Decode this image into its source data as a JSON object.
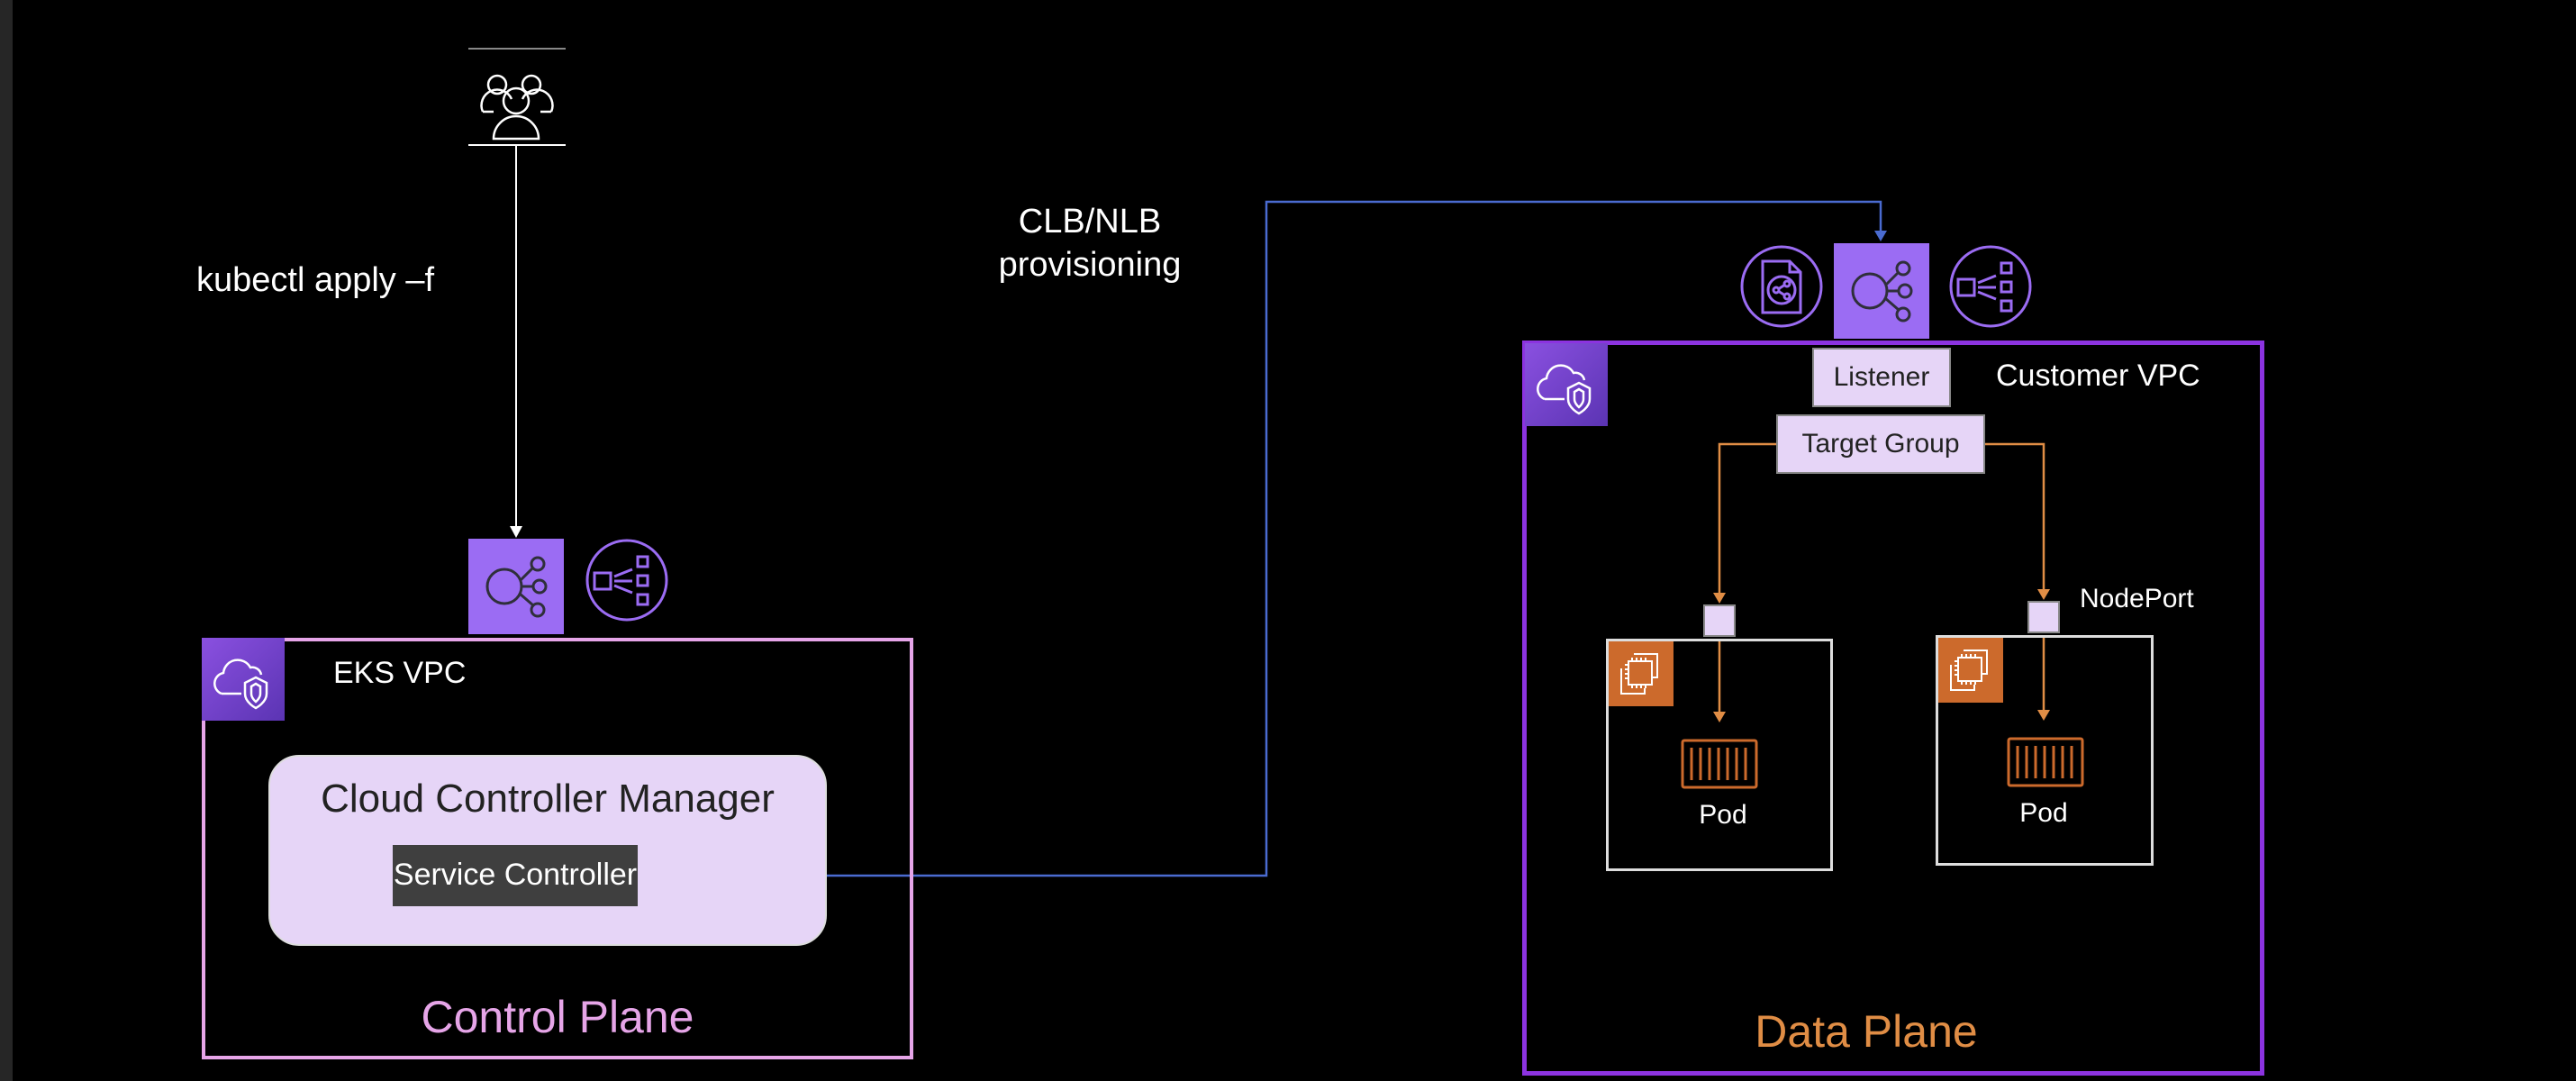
{
  "diagram": {
    "users": {
      "icon": "users-group-icon"
    },
    "kubectl_label": "kubectl apply –f",
    "provisioning_label_line1": "CLB/NLB",
    "provisioning_label_line2": "provisioning",
    "control_plane": {
      "vpc_title": "EKS VPC",
      "vpc_icon": "vpc-cloud-shield-icon",
      "elb_icon": "elastic-load-balancer-icon",
      "nlb_icon": "network-load-balancer-icon",
      "ccm_title": "Cloud Controller Manager",
      "service_controller": "Service Controller",
      "plane_label": "Control Plane"
    },
    "data_plane": {
      "vpc_title": "Customer VPC",
      "vpc_icon": "vpc-cloud-shield-icon",
      "lb_icons": [
        "shared-doc-icon",
        "elastic-load-balancer-icon",
        "network-load-balancer-icon"
      ],
      "listener": "Listener",
      "target_group": "Target Group",
      "nodeport_label": "NodePort",
      "nodes": [
        {
          "icon": "ec2-instances-icon",
          "pod_icon": "container-icon",
          "pod_label": "Pod"
        },
        {
          "icon": "ec2-instances-icon",
          "pod_icon": "container-icon",
          "pod_label": "Pod"
        }
      ],
      "plane_label": "Data Plane"
    },
    "colors": {
      "background": "#000000",
      "eks_vpc_border": "#e6a5e8",
      "customer_vpc_border": "#8c33e0",
      "lb_purple": "#9b6cf3",
      "provisioning_line": "#4a6bd0",
      "target_line": "#e08d45",
      "ec2_orange": "#cc6a2c",
      "box_lilac": "#e6d5f7",
      "data_plane_text": "#e08d45",
      "control_plane_text": "#e6a5e8"
    }
  }
}
